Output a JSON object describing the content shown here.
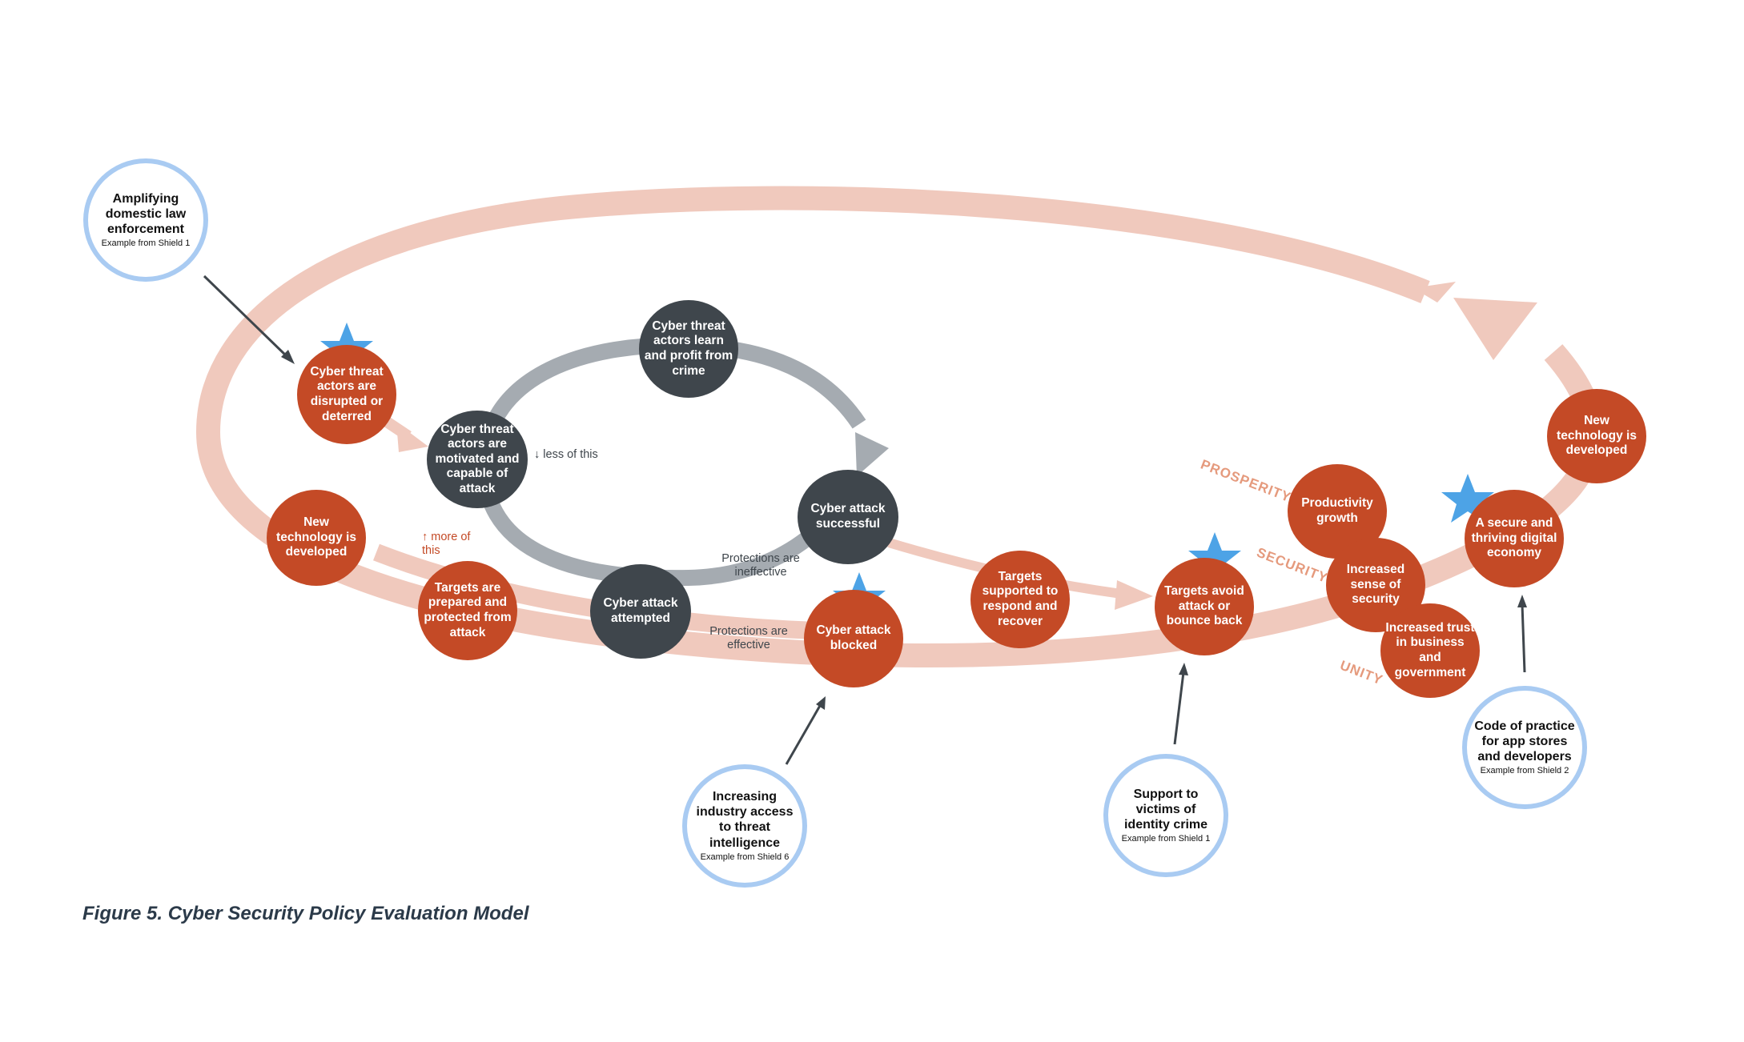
{
  "caption": "Figure 5. Cyber Security Policy Evaluation Model",
  "colors": {
    "outcome_node": "#c44a26",
    "threat_node": "#3f464c",
    "outer_loop": "#f0c9bd",
    "inner_loop": "#a5abb1",
    "example_border": "#a9cbf2",
    "star": "#4da3e6",
    "label_orange": "#c44a26",
    "outcome_label": "#e59a7d"
  },
  "nodes": {
    "disrupted": "Cyber threat actors are disrupted or deterred",
    "new_tech_left": "New technology is developed",
    "prepared": "Targets are prepared and protected from attack",
    "motivated": "Cyber threat actors are motivated and capable of attack",
    "learn_profit": "Cyber threat actors learn and profit from crime",
    "successful": "Cyber attack successful",
    "attempted": "Cyber attack attempted",
    "blocked": "Cyber attack blocked",
    "respond": "Targets supported to respond and recover",
    "avoid": "Targets avoid attack or bounce back",
    "productivity": "Productivity growth",
    "sense_security": "Increased sense of security",
    "trust": "Increased trust in business and government",
    "digital_economy": "A secure and thriving digital economy",
    "new_tech_right": "New technology is developed"
  },
  "annotations": {
    "less_of_this": "↓ less of this",
    "more_of_this": "↑ more of this",
    "ineffective": "Protections are ineffective",
    "effective": "Protections are effective"
  },
  "outcome_labels": {
    "prosperity": "PROSPERITY",
    "security": "SECURITY",
    "unity": "UNITY"
  },
  "examples": [
    {
      "title": "Amplifying domestic law enforcement",
      "note": "Example from Shield 1"
    },
    {
      "title": "Increasing industry access to threat intelligence",
      "note": "Example from Shield 6"
    },
    {
      "title": "Support to victims of identity crime",
      "note": "Example from Shield 1"
    },
    {
      "title": "Code of practice for app stores and developers",
      "note": "Example from Shield 2"
    }
  ]
}
